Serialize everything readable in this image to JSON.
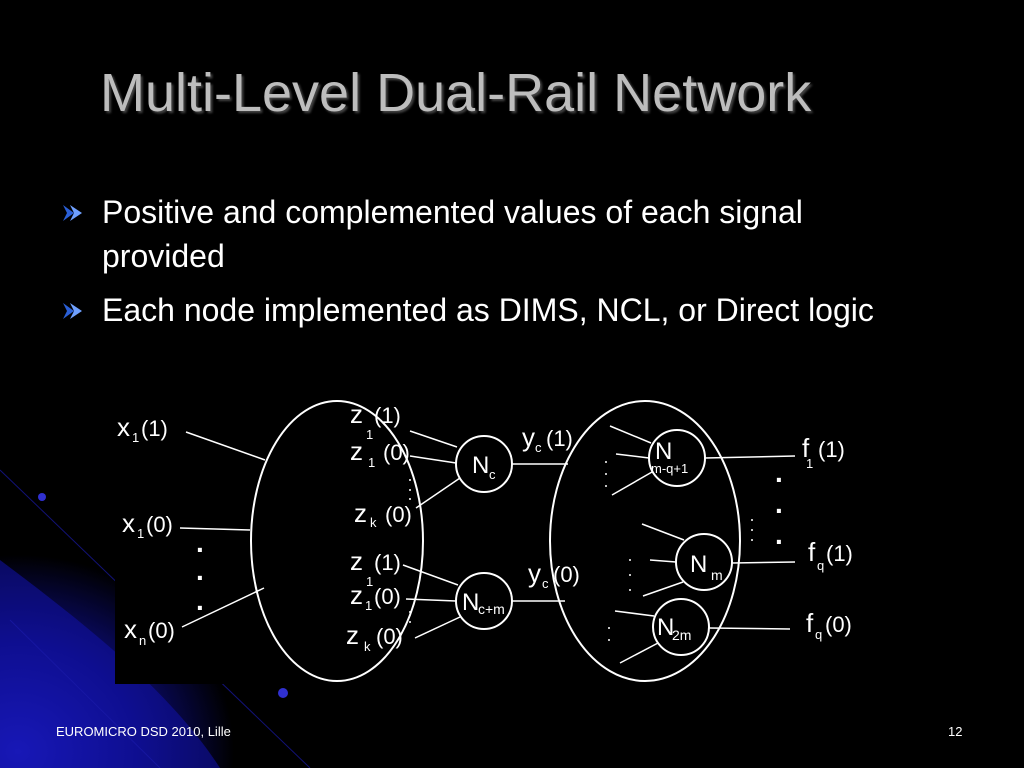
{
  "slide": {
    "title": "Multi-Level Dual-Rail Network",
    "bullets": [
      "Positive and complemented values of each signal provided",
      "Each node implemented as DIMS, NCL, or Direct logic"
    ],
    "footer_left": "EUROMICRO DSD 2010, Lille",
    "page_number": "12"
  },
  "diagram": {
    "inputs": [
      {
        "base": "x",
        "sub": "1",
        "val": "(1)"
      },
      {
        "base": "x",
        "sub": "1",
        "val": "(0)"
      },
      {
        "base": "x",
        "sub": "n",
        "val": "(0)"
      }
    ],
    "mid_signals": [
      {
        "base": "z",
        "sub": "1",
        "val": "(1)"
      },
      {
        "base": "z",
        "sub": "1",
        "val": "(0)"
      },
      {
        "base": "z",
        "sub": "k",
        "val": "(0)"
      },
      {
        "base": "z",
        "sub": "1",
        "val": "(1)"
      },
      {
        "base": "z",
        "sub": "1",
        "val": "(0)"
      },
      {
        "base": "z",
        "sub": "k",
        "val": "(0)"
      }
    ],
    "nodes": [
      {
        "base": "N",
        "sub": "c"
      },
      {
        "base": "N",
        "sub": "c+m"
      },
      {
        "base": "N",
        "sub": "m-q+1"
      },
      {
        "base": "N",
        "sub": "m"
      },
      {
        "base": "N",
        "sub": "2m"
      }
    ],
    "y_signals": [
      {
        "base": "y",
        "sub": "c",
        "val": "(1)"
      },
      {
        "base": "y",
        "sub": "c",
        "val": "(0)"
      }
    ],
    "outputs": [
      {
        "base": "f",
        "sub": "1",
        "val": "(1)"
      },
      {
        "base": "f",
        "sub": "q",
        "val": "(1)"
      },
      {
        "base": "f",
        "sub": "q",
        "val": "(0)"
      }
    ],
    "dot": "."
  },
  "colors": {
    "background": "#000000",
    "accent": "#1a1aa8",
    "title": "#bdbdbd"
  }
}
